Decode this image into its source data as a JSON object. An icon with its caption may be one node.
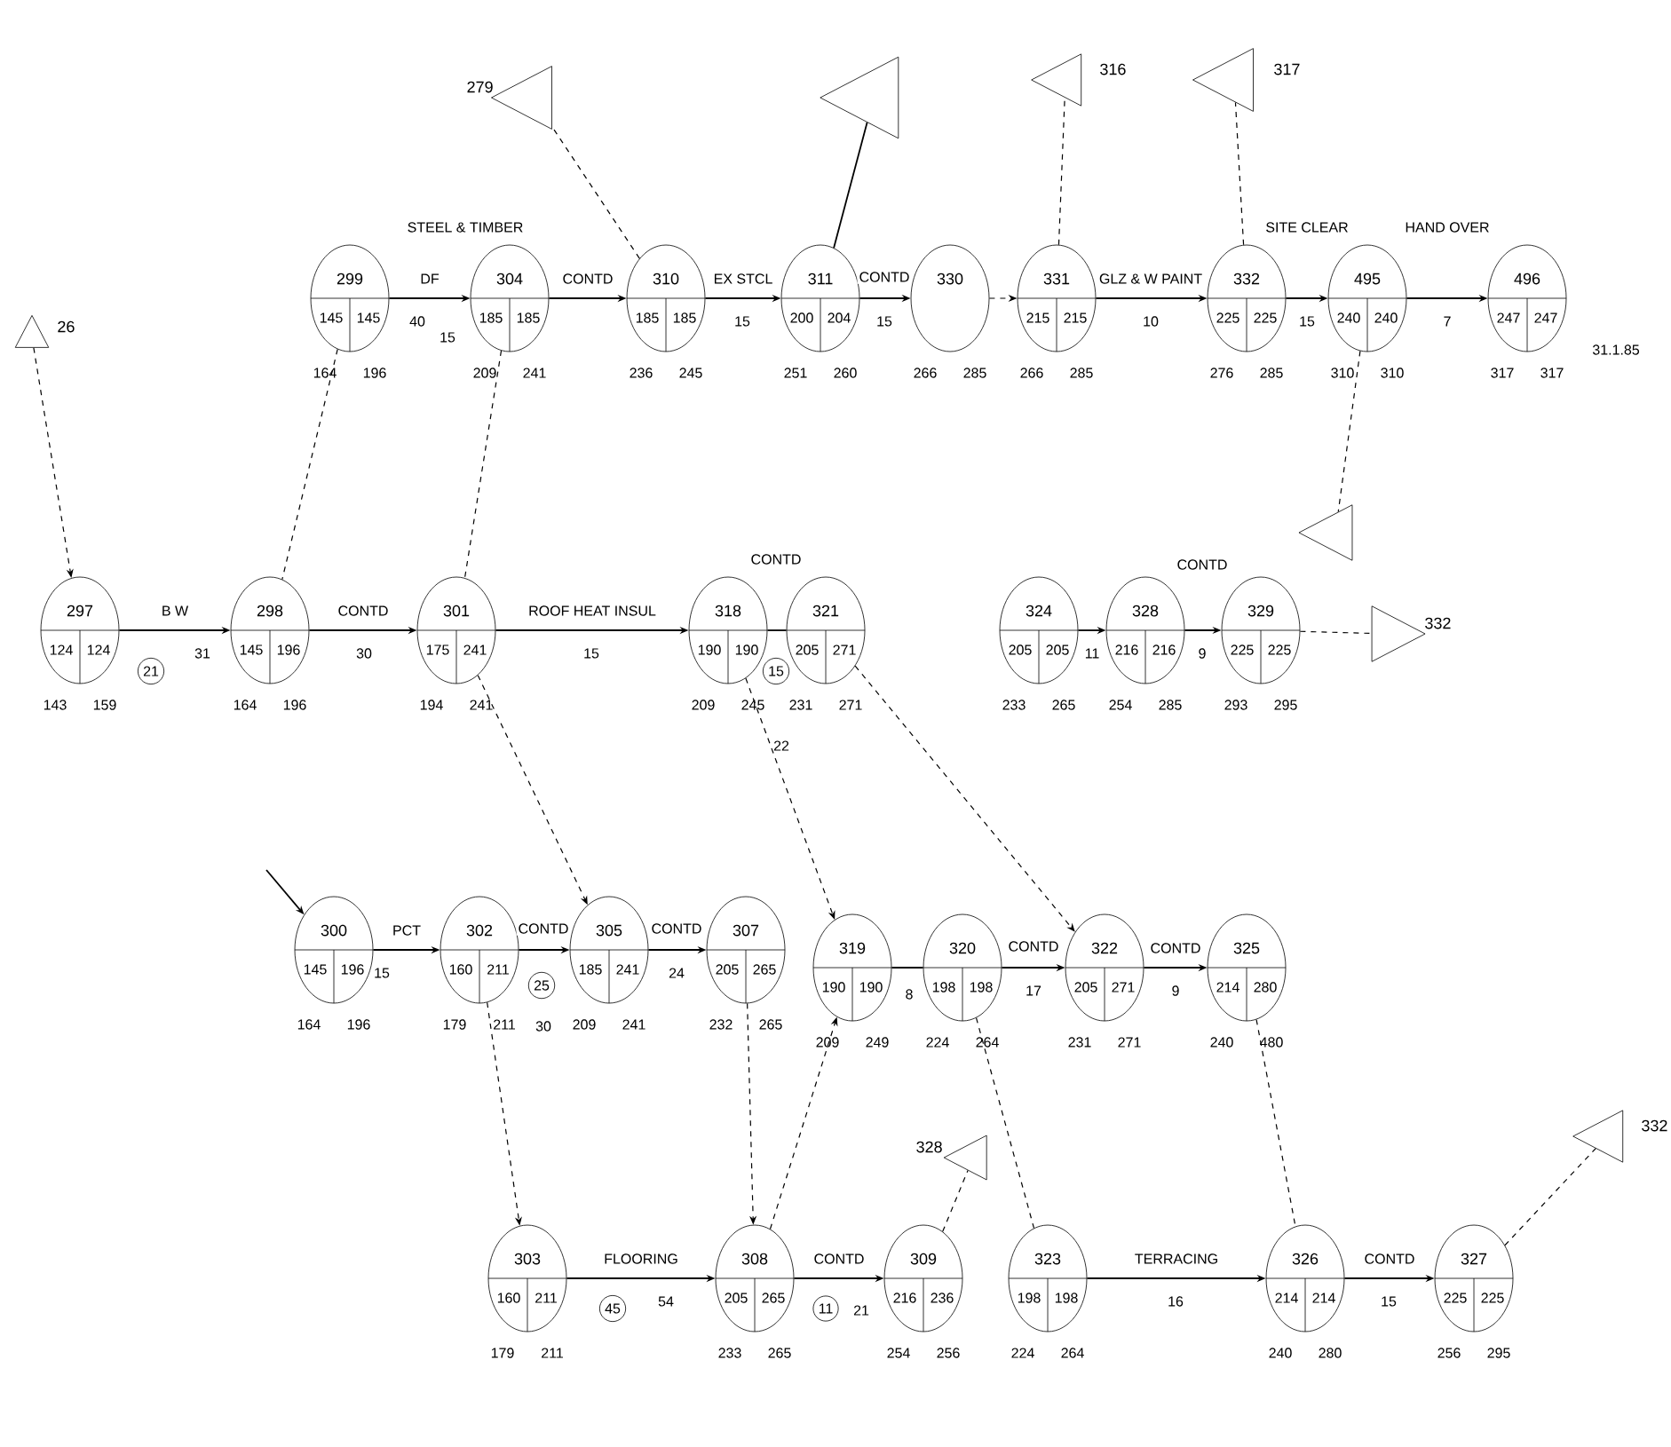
{
  "diagram": {
    "nodes": [
      {
        "text": [
          "299",
          "145",
          "145"
        ],
        "beside": [
          "164",
          "196"
        ]
      },
      {
        "text": [
          "304",
          "185",
          "185"
        ],
        "beside": [
          "209",
          "241"
        ]
      },
      {
        "text": [
          "310",
          "185",
          "185"
        ],
        "beside": [
          "236",
          "245"
        ]
      },
      {
        "text": [
          "311",
          "200",
          "204"
        ],
        "beside": [
          "251",
          "260"
        ]
      },
      {
        "text": [
          "330"
        ],
        "beside": [
          "266",
          "285"
        ]
      },
      {
        "text": [
          "331",
          "215",
          "215"
        ],
        "beside": [
          "266",
          "285"
        ]
      },
      {
        "text": [
          "332",
          "225",
          "225"
        ],
        "beside": [
          "276",
          "285"
        ]
      },
      {
        "text": [
          "495",
          "240",
          "240"
        ],
        "beside": [
          "310",
          "310"
        ]
      },
      {
        "text": [
          "496",
          "247",
          "247"
        ],
        "beside": [
          "317",
          "317"
        ]
      },
      {
        "text": [],
        "shape": "triangle",
        "beside": [
          "279"
        ]
      },
      {
        "text": [],
        "shape": "triangle"
      },
      {
        "text": [],
        "shape": "triangle",
        "beside": [
          "316"
        ]
      },
      {
        "text": [],
        "shape": "triangle",
        "beside": [
          "317"
        ]
      },
      {
        "text": [],
        "shape": "triangle",
        "beside": [
          "26"
        ]
      },
      {
        "text": [
          "297",
          "124",
          "124"
        ],
        "beside": [
          "143",
          "159"
        ]
      },
      {
        "text": [
          "21"
        ]
      },
      {
        "text": [
          "298",
          "145",
          "196"
        ],
        "beside": [
          "164",
          "196"
        ]
      },
      {
        "text": [
          "301",
          "175",
          "241"
        ],
        "beside": [
          "194",
          "241"
        ]
      },
      {
        "text": [
          "318",
          "190",
          "190"
        ],
        "beside": [
          "209",
          "245"
        ]
      },
      {
        "text": [
          "15"
        ]
      },
      {
        "text": [
          "321",
          "205",
          "271"
        ],
        "beside": [
          "231",
          "271"
        ]
      },
      {
        "text": [
          "324",
          "205",
          "205"
        ],
        "beside": [
          "233",
          "265"
        ]
      },
      {
        "text": [
          "328",
          "216",
          "216"
        ],
        "beside": [
          "254",
          "285"
        ]
      },
      {
        "text": [
          "329",
          "225",
          "225"
        ],
        "beside": [
          "293",
          "295"
        ]
      },
      {
        "text": [],
        "shape": "triangle",
        "beside": [
          "332"
        ]
      },
      {
        "text": [],
        "shape": "triangle"
      },
      {
        "text": [
          "300",
          "145",
          "196"
        ],
        "beside": [
          "164",
          "196"
        ]
      },
      {
        "text": [
          "302",
          "160",
          "211"
        ],
        "beside": [
          "179",
          "211"
        ]
      },
      {
        "text": [
          "25"
        ]
      },
      {
        "text": [
          "305",
          "185",
          "241"
        ],
        "beside": [
          "209",
          "241"
        ]
      },
      {
        "text": [
          "307",
          "205",
          "265"
        ],
        "beside": [
          "232",
          "265"
        ]
      },
      {
        "text": [
          "319",
          "190",
          "190"
        ],
        "beside": [
          "209",
          "249"
        ]
      },
      {
        "text": [
          "320",
          "198",
          "198"
        ],
        "beside": [
          "224",
          "264"
        ]
      },
      {
        "text": [
          "322",
          "205",
          "271"
        ],
        "beside": [
          "231",
          "271"
        ]
      },
      {
        "text": [
          "325",
          "214",
          "280"
        ],
        "beside": [
          "240",
          "480"
        ]
      },
      {
        "text": [
          "303",
          "160",
          "211"
        ],
        "beside": [
          "179",
          "211"
        ]
      },
      {
        "text": [
          "45"
        ]
      },
      {
        "text": [
          "308",
          "205",
          "265"
        ],
        "beside": [
          "233",
          "265"
        ]
      },
      {
        "text": [
          "11"
        ]
      },
      {
        "text": [
          "309",
          "216",
          "236"
        ],
        "beside": [
          "254",
          "256"
        ]
      },
      {
        "text": [],
        "shape": "triangle",
        "beside": [
          "328"
        ]
      },
      {
        "text": [
          "323",
          "198",
          "198"
        ],
        "beside": [
          "224",
          "264"
        ]
      },
      {
        "text": [
          "326",
          "214",
          "214"
        ],
        "beside": [
          "240",
          "280"
        ]
      },
      {
        "text": [
          "327",
          "225",
          "225"
        ],
        "beside": [
          "256",
          "295"
        ]
      },
      {
        "text": [],
        "shape": "triangle",
        "beside": [
          "332"
        ]
      }
    ],
    "edges": [
      {
        "from": 0,
        "to": 1,
        "arrow": "to",
        "label": "DF"
      },
      {
        "from": 1,
        "to": 2,
        "arrow": "to",
        "label": "CONTD"
      },
      {
        "from": 2,
        "to": 3,
        "arrow": "to",
        "label": "EX STCL"
      },
      {
        "from": 3,
        "to": 4,
        "arrow": "to",
        "label": "CONTD"
      },
      {
        "from": 4,
        "to": 5,
        "arrow": "to",
        "style": "dashed"
      },
      {
        "from": 5,
        "to": 6,
        "arrow": "to",
        "label": "GLZ & W PAINT"
      },
      {
        "from": 6,
        "to": 7,
        "arrow": "to",
        "label": "SITE CLEAR"
      },
      {
        "from": 7,
        "to": 8,
        "arrow": "to",
        "label": "HAND OVER"
      },
      {
        "from": 2,
        "to": 9,
        "arrow": "none",
        "style": "dashed"
      },
      {
        "from": 3,
        "to": 10,
        "arrow": "none"
      },
      {
        "from": 5,
        "to": 11,
        "arrow": "none",
        "style": "dashed"
      },
      {
        "from": 6,
        "to": 12,
        "arrow": "none",
        "style": "dashed"
      },
      {
        "from": 13,
        "to": 14,
        "arrow": "to",
        "style": "dashed"
      },
      {
        "from": 0,
        "to": 16,
        "arrow": "none",
        "style": "dashed"
      },
      {
        "from": 1,
        "to": 17,
        "arrow": "none",
        "style": "dashed"
      },
      {
        "from": 14,
        "to": 16,
        "arrow": "to",
        "label": "B W"
      },
      {
        "from": 16,
        "to": 17,
        "arrow": "to",
        "label": "CONTD"
      },
      {
        "from": 17,
        "to": 18,
        "arrow": "to",
        "label": "ROOF HEAT INSUL"
      },
      {
        "from": 18,
        "to": 20,
        "arrow": "none",
        "label": "CONTD"
      },
      {
        "from": 21,
        "to": 22,
        "arrow": "to"
      },
      {
        "from": 22,
        "to": 23,
        "arrow": "to",
        "label": "CONTD"
      },
      {
        "from": 23,
        "to": 24,
        "arrow": "none",
        "style": "dashed"
      },
      {
        "from": 7,
        "to": 25,
        "arrow": "none",
        "style": "dashed"
      },
      {
        "from": 17,
        "to": 29,
        "arrow": "to",
        "style": "dashed"
      },
      {
        "from": null,
        "to": 26,
        "arrow": "to"
      },
      {
        "from": 26,
        "to": 27,
        "arrow": "to",
        "label": "PCT"
      },
      {
        "from": 27,
        "to": 29,
        "arrow": "to",
        "label": "CONTD"
      },
      {
        "from": 29,
        "to": 30,
        "arrow": "to",
        "label": "CONTD"
      },
      {
        "from": 18,
        "to": 31,
        "arrow": "to",
        "style": "dashed"
      },
      {
        "from": 31,
        "to": 32,
        "arrow": "none"
      },
      {
        "from": 32,
        "to": 33,
        "arrow": "to",
        "label": "CONTD"
      },
      {
        "from": 33,
        "to": 34,
        "arrow": "to",
        "label": "CONTD"
      },
      {
        "from": 20,
        "to": 33,
        "arrow": "to",
        "style": "dashed"
      },
      {
        "from": 27,
        "to": 35,
        "arrow": "to",
        "style": "dashed"
      },
      {
        "from": 30,
        "to": 37,
        "arrow": "to",
        "style": "dashed"
      },
      {
        "from": 37,
        "to": 31,
        "arrow": "to",
        "style": "dashed"
      },
      {
        "from": 32,
        "to": 41,
        "arrow": "none",
        "style": "dashed"
      },
      {
        "from": 34,
        "to": 42,
        "arrow": "none",
        "style": "dashed"
      },
      {
        "from": 35,
        "to": 37,
        "arrow": "to",
        "label": "FLOORING"
      },
      {
        "from": 37,
        "to": 39,
        "arrow": "to",
        "label": "CONTD"
      },
      {
        "from": 39,
        "to": 40,
        "arrow": "none",
        "style": "dashed"
      },
      {
        "from": 41,
        "to": 42,
        "arrow": "to",
        "label": "TERRACING"
      },
      {
        "from": 42,
        "to": 43,
        "arrow": "to",
        "label": "CONTD"
      },
      {
        "from": 43,
        "to": 44,
        "arrow": "none",
        "style": "dashed"
      }
    ],
    "labels": [
      "STEEL & TIMBER",
      "40",
      "15",
      "15",
      "15",
      "10",
      "15",
      "7",
      "31.1.85",
      "31",
      "30",
      "15",
      "11",
      "9",
      "22",
      "15",
      "30",
      "24",
      "8",
      "17",
      "9",
      "54",
      "21",
      "16",
      "15"
    ]
  }
}
